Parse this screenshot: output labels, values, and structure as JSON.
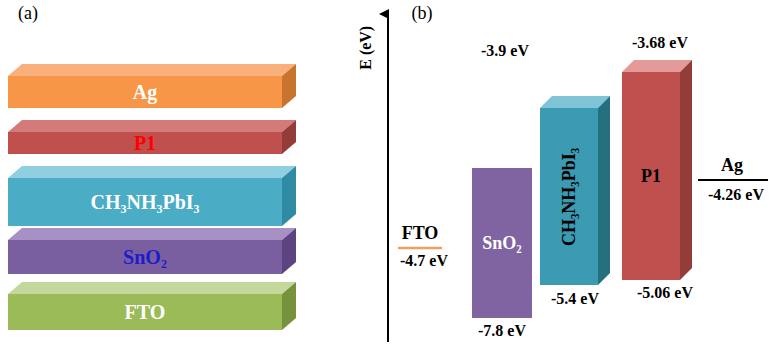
{
  "diagram": {
    "nodes": [
      {
        "text": [
          "Ag"
        ]
      },
      {
        "text": [
          "P1"
        ]
      },
      {
        "text": [
          "CH₃NH₃PbI₃"
        ]
      },
      {
        "text": [
          "SnO₂"
        ]
      },
      {
        "text": [
          "FTO"
        ]
      },
      {
        "text": [
          "SnO₂"
        ]
      },
      {
        "text": [
          "CH₃NH₃PbI₃"
        ]
      },
      {
        "text": [
          "P1"
        ]
      }
    ],
    "labels": [
      "(a)",
      "(b)",
      "E (eV)",
      "-3.9 eV",
      "-3.68 eV",
      "FTO",
      "-4.7 eV",
      "Ag",
      "-4.26 eV",
      "-5.4 eV",
      "-5.06 eV",
      "-7.8 eV"
    ]
  }
}
